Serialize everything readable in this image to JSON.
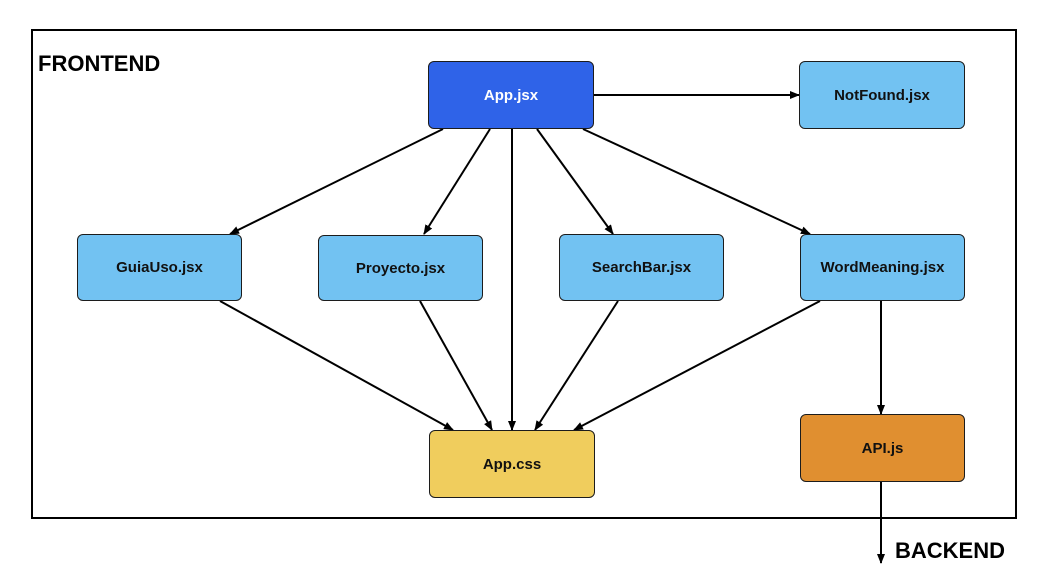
{
  "diagram": {
    "frame_label": "FRONTEND",
    "external_label": "BACKEND",
    "colors": {
      "primary": "#2f63e8",
      "component": "#72c2f2",
      "style": "#f0cd5d",
      "service": "#e08f30",
      "edge": "#000000"
    },
    "nodes": {
      "app": "App.jsx",
      "notfound": "NotFound.jsx",
      "guiauso": "GuiaUso.jsx",
      "proyecto": "Proyecto.jsx",
      "searchbar": "SearchBar.jsx",
      "wordmeaning": "WordMeaning.jsx",
      "appcss": "App.css",
      "api": "API.js"
    },
    "edges": [
      {
        "from": "App.jsx",
        "to": "NotFound.jsx"
      },
      {
        "from": "App.jsx",
        "to": "GuiaUso.jsx"
      },
      {
        "from": "App.jsx",
        "to": "Proyecto.jsx"
      },
      {
        "from": "App.jsx",
        "to": "App.css"
      },
      {
        "from": "App.jsx",
        "to": "SearchBar.jsx"
      },
      {
        "from": "App.jsx",
        "to": "WordMeaning.jsx"
      },
      {
        "from": "GuiaUso.jsx",
        "to": "App.css"
      },
      {
        "from": "Proyecto.jsx",
        "to": "App.css"
      },
      {
        "from": "SearchBar.jsx",
        "to": "App.css"
      },
      {
        "from": "WordMeaning.jsx",
        "to": "App.css"
      },
      {
        "from": "WordMeaning.jsx",
        "to": "API.js"
      },
      {
        "from": "API.js",
        "to": "BACKEND"
      }
    ]
  }
}
